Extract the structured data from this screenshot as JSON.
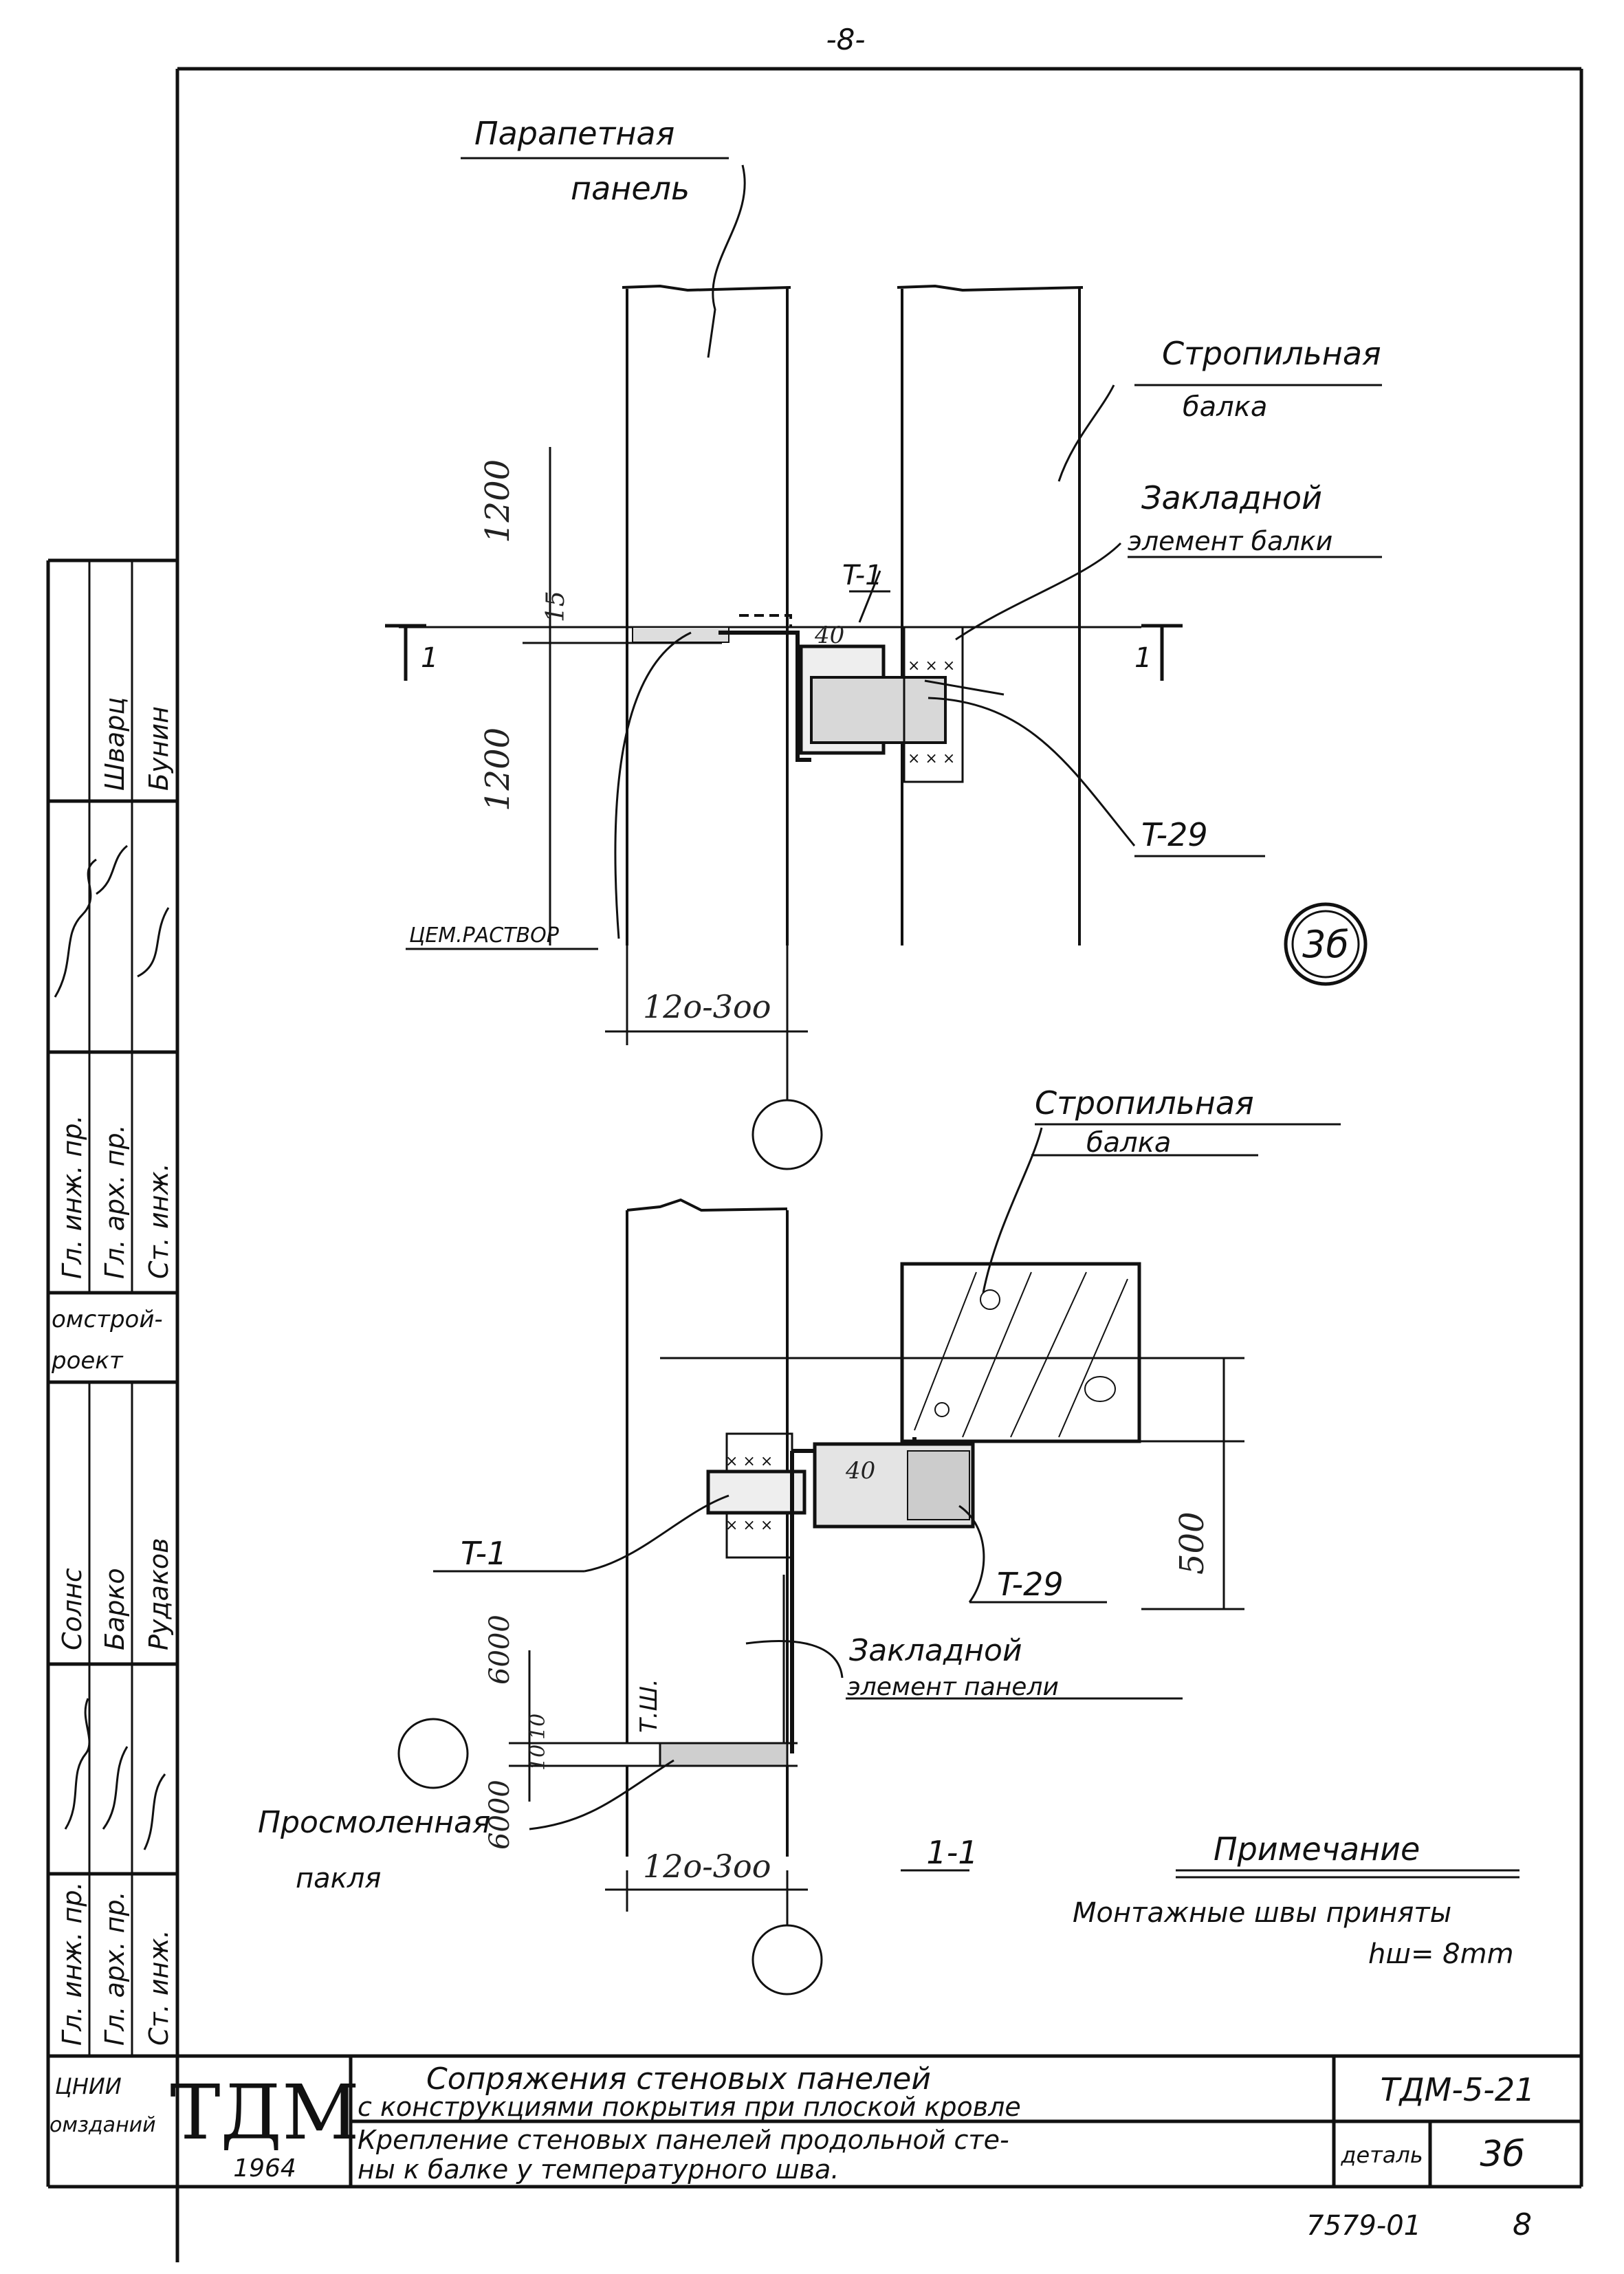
{
  "page_number": "-8-",
  "labels": {
    "parapet_panel_1": "Парапетная",
    "parapet_panel_2": "панель",
    "rafter_beam_1": "Стропильная",
    "rafter_beam_2": "балка",
    "embedded_beam_1": "Закладной",
    "embedded_beam_2": "элемент балки",
    "t1": "T-1",
    "t29": "T-29",
    "cement_mortar": "ЦЕМ.РАСТВОР",
    "rafter_beam_lower_1": "Стропильная",
    "rafter_beam_lower_2": "балка",
    "t1_lower": "T-1",
    "t29_lower": "T-29",
    "embedded_panel_1": "Закладной",
    "embedded_panel_2": "элемент панели",
    "tarred_tow_1": "Просмоленная",
    "tarred_tow_2": "пакля",
    "temp_joint": "Т.Ш.",
    "section_label": "1-1",
    "section_mark": "1",
    "detail_bubble": "3б",
    "note_title": "Примечание",
    "note_text_1": "Монтажные швы приняты",
    "note_text_2": "hш= 8mm"
  },
  "dimensions": {
    "d1200_upper": "1200",
    "d1200_lower": "1200",
    "d15": "15",
    "d40_upper": "40",
    "d120_300_upper": "12o-3oo",
    "d40_lower": "40",
    "d500": "500",
    "d6000_upper": "6000",
    "d6000_lower": "6000",
    "d10_a": "10",
    "d10_b": "10",
    "d120_300_lower": "12o-3oo"
  },
  "side_stamp": {
    "rows_top": [
      "Гл. инж. пр.",
      "Гл. арх. пр.",
      "Ст. инж."
    ],
    "names_top": [
      "Шварц",
      "Бунин"
    ],
    "org": [
      "омстрой-",
      "роект"
    ],
    "names_bottom": [
      "Солнс",
      "Барко",
      "Рудаков"
    ],
    "rows_bottom": [
      "Гл. инж. пр.",
      "Гл. арх. пр.",
      "Ст. инж."
    ],
    "org_bottom": [
      "ЦНИИ",
      "омзданий"
    ]
  },
  "title_block": {
    "logo": "ТДМ",
    "year": "1964",
    "title_1": "Сопряжения стеновых панелей",
    "title_2": "с конструкциями покрытия при плоской кровле",
    "subtitle_1": "Крепление стеновых панелей продольной сте-",
    "subtitle_2": "ны к балке у температурного шва.",
    "series": "ТДМ-5-21",
    "detail_label": "деталь",
    "detail_no": "3б"
  },
  "footer": {
    "code": "7579-01",
    "sheet": "8"
  }
}
